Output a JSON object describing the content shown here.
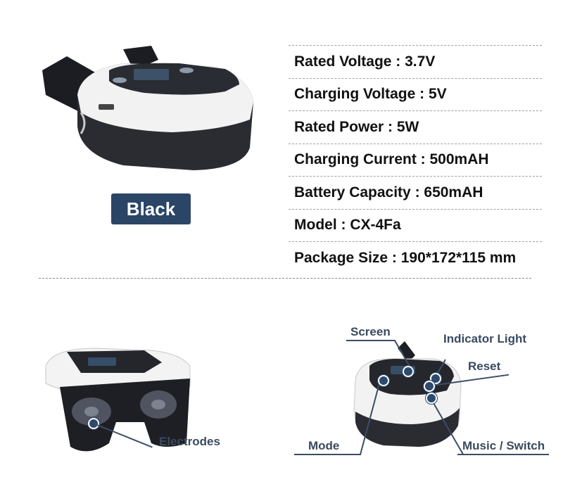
{
  "color_badge": "Black",
  "specs": [
    "Rated Voltage : 3.7V",
    "Charging Voltage : 5V",
    "Rated Power : 5W",
    "Charging Current : 500mAH",
    "Battery Capacity : 650mAH",
    "Model : CX-4Fa",
    "Package Size : 190*172*115 mm"
  ],
  "callouts": {
    "screen": "Screen",
    "indicator_light": "Indicator Light",
    "reset": "Reset",
    "mode": "Mode",
    "music_switch": "Music / Switch",
    "electrodes": "Electrodes"
  }
}
